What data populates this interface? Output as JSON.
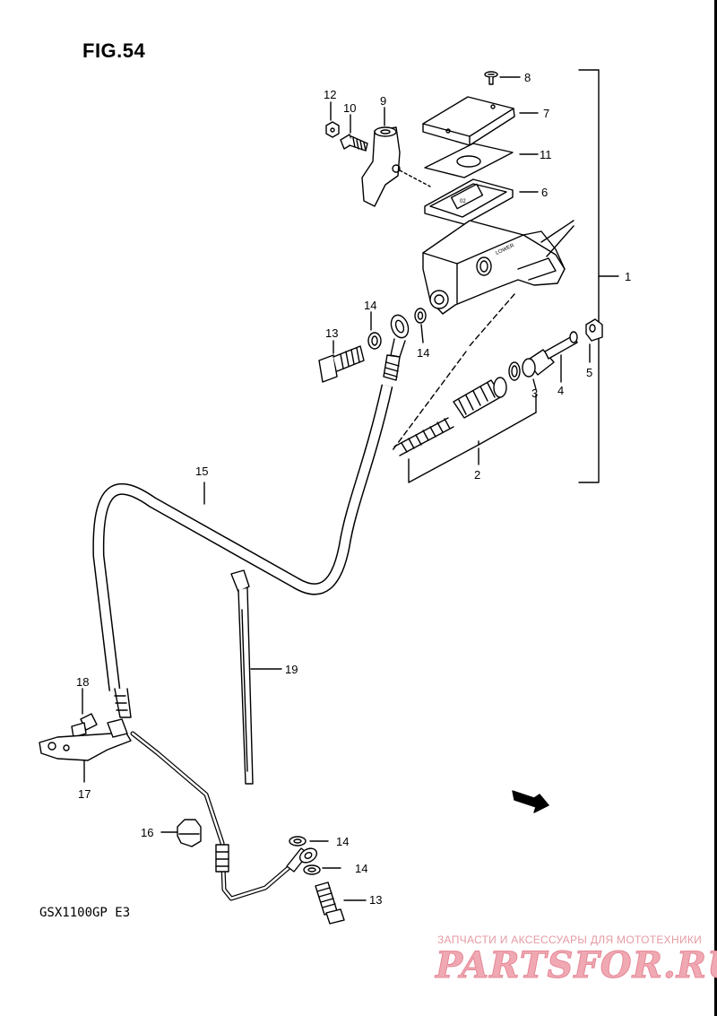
{
  "figure": {
    "title": "FIG.54",
    "model": "GSX1100GP  E3"
  },
  "callouts": [
    {
      "id": "c1",
      "text": "1"
    },
    {
      "id": "c2",
      "text": "2"
    },
    {
      "id": "c3",
      "text": "3"
    },
    {
      "id": "c4",
      "text": "4"
    },
    {
      "id": "c5",
      "text": "5"
    },
    {
      "id": "c6",
      "text": "6"
    },
    {
      "id": "c7",
      "text": "7"
    },
    {
      "id": "c8",
      "text": "8"
    },
    {
      "id": "c9",
      "text": "9"
    },
    {
      "id": "c10",
      "text": "10"
    },
    {
      "id": "c11",
      "text": "11"
    },
    {
      "id": "c12",
      "text": "12"
    },
    {
      "id": "c13a",
      "text": "13"
    },
    {
      "id": "c13b",
      "text": "13"
    },
    {
      "id": "c14a",
      "text": "14"
    },
    {
      "id": "c14b",
      "text": "14"
    },
    {
      "id": "c14c",
      "text": "14"
    },
    {
      "id": "c14d",
      "text": "14"
    },
    {
      "id": "c15",
      "text": "15"
    },
    {
      "id": "c16",
      "text": "16"
    },
    {
      "id": "c17",
      "text": "17"
    },
    {
      "id": "c18",
      "text": "18"
    },
    {
      "id": "c19",
      "text": "19"
    }
  ],
  "direction_badge": "FWD",
  "embossed_text": {
    "body": "LOWER",
    "cap": "02"
  },
  "watermark": {
    "caption": "ЗАПЧАСТИ И АКСЕССУАРЫ ДЛЯ МОТОТЕХНИКИ",
    "logo": "PARTSFOR.RU"
  }
}
